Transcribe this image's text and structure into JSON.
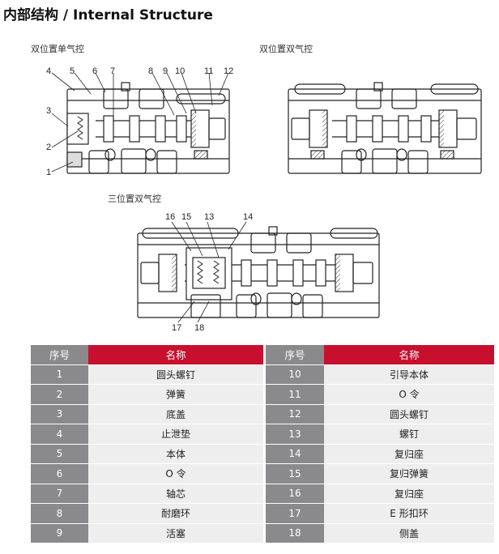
{
  "title": "内部结构 / Internal Structure",
  "diagrams": {
    "single": {
      "caption": "双位置单气控",
      "callouts": [
        "1",
        "2",
        "3",
        "4",
        "5",
        "6",
        "7",
        "8",
        "9",
        "10",
        "11",
        "12"
      ]
    },
    "double": {
      "caption": "双位置双气控"
    },
    "three": {
      "caption": "三位置双气控",
      "callouts": [
        "13",
        "14",
        "15",
        "16",
        "17",
        "18"
      ]
    }
  },
  "table": {
    "headers": [
      "序号",
      "名称",
      "序号",
      "名称"
    ],
    "rows": [
      {
        "n1": "1",
        "name1": "圆头螺钉",
        "n2": "10",
        "name2": "引导本体"
      },
      {
        "n1": "2",
        "name1": "弹簧",
        "n2": "11",
        "name2": "O 令"
      },
      {
        "n1": "3",
        "name1": "底盖",
        "n2": "12",
        "name2": "圆头螺钉"
      },
      {
        "n1": "4",
        "name1": "止泄垫",
        "n2": "13",
        "name2": "螺钉"
      },
      {
        "n1": "5",
        "name1": "本体",
        "n2": "14",
        "name2": "复归座"
      },
      {
        "n1": "6",
        "name1": "O 令",
        "n2": "15",
        "name2": "复归弹簧"
      },
      {
        "n1": "7",
        "name1": "轴芯",
        "n2": "16",
        "name2": "复归座"
      },
      {
        "n1": "8",
        "name1": "耐磨环",
        "n2": "17",
        "name2": "E 形扣环"
      },
      {
        "n1": "9",
        "name1": "活塞",
        "n2": "18",
        "name2": "侧盖"
      }
    ]
  },
  "colors": {
    "header_gray": "#8a8a8c",
    "header_red": "#c8102e",
    "row_bg": "#eeeeee"
  }
}
